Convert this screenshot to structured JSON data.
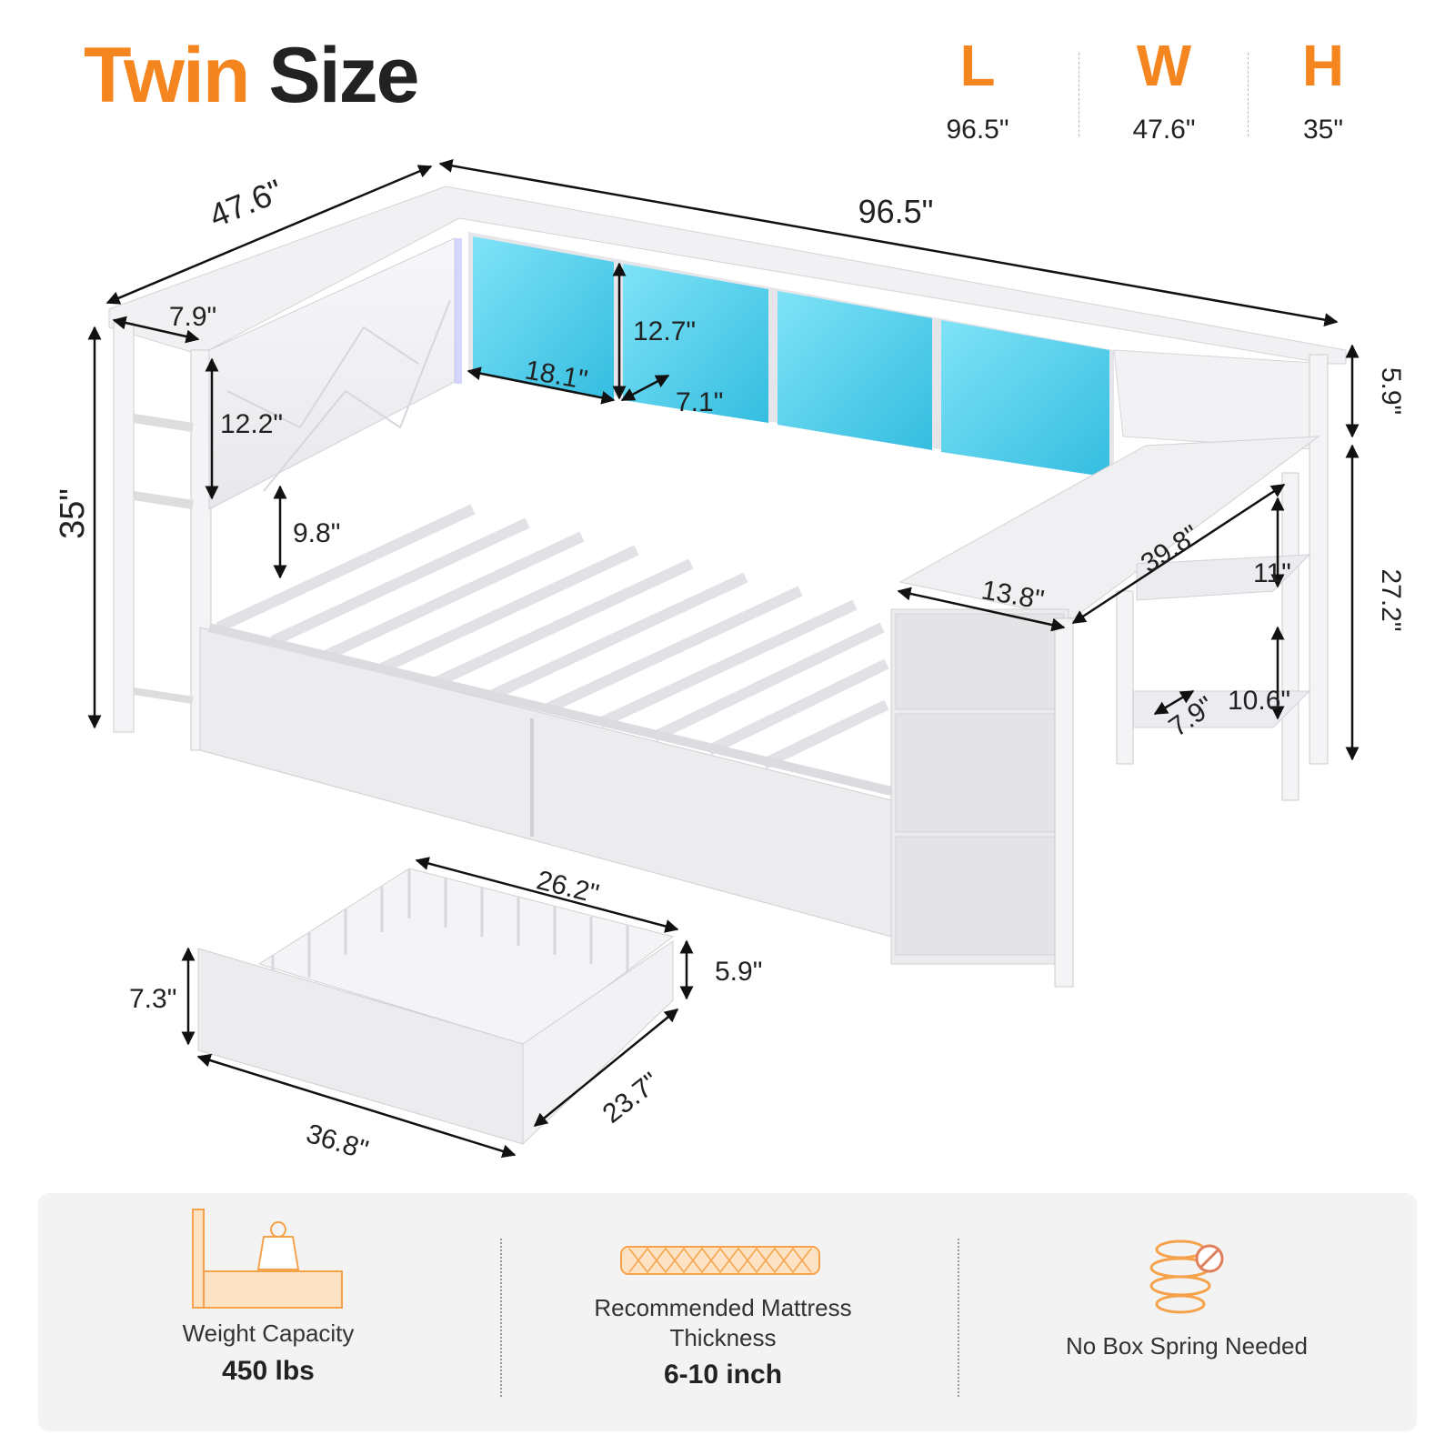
{
  "title": {
    "accent": "Twin",
    "main": "Size"
  },
  "overall": [
    {
      "letter": "L",
      "value": "96.5\""
    },
    {
      "letter": "W",
      "value": "47.6\""
    },
    {
      "letter": "H",
      "value": "35\""
    }
  ],
  "dimensions": {
    "width_top": "47.6\"",
    "length_top": "96.5\"",
    "side_shelf": "7.9\"",
    "headboard_height": "12.2\"",
    "height": "35\"",
    "headboard_gap": "9.8\"",
    "cubby_width": "18.1\"",
    "cubby_height": "12.7\"",
    "cubby_depth": "7.1\"",
    "top_shelf": "5.9\"",
    "side_height": "27.2\"",
    "desk_length": "39.8\"",
    "desk_depth": "13.8\"",
    "shelf_gap_1": "11\"",
    "shelf_gap_2": "10.6\"",
    "shelf_depth": "7.9\"",
    "drawer_back_width": "26.2\"",
    "drawer_inner_height": "5.9\"",
    "drawer_front_height": "7.3\"",
    "drawer_depth": "23.7\"",
    "drawer_front_width": "36.8\""
  },
  "features": [
    {
      "label": "Weight Capacity",
      "value": "450 lbs",
      "icon": "weight-capacity-icon"
    },
    {
      "label": "Recommended Mattress Thickness",
      "value": "6-10 inch",
      "icon": "mattress-icon"
    },
    {
      "label": "No Box Spring Needed",
      "value": "",
      "icon": "no-box-spring-icon"
    }
  ],
  "colors": {
    "accent": "#f5851f",
    "text": "#222222",
    "panel": "#f3f3f3",
    "led": "#4fd0ee"
  }
}
